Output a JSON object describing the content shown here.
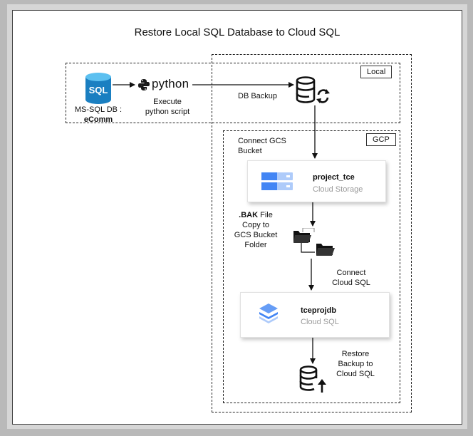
{
  "diagram": {
    "title": "Restore Local SQL Database to Cloud SQL",
    "source": {
      "sql_icon_text": "SQL",
      "label_line1": "MS-SQL DB :",
      "label_line2": "eComm"
    },
    "python": {
      "logo_text": "python",
      "caption_line1": "Execute",
      "caption_line2": "python script"
    },
    "local": {
      "tag": "Local",
      "backup_label": "DB Backup"
    },
    "gcp": {
      "tag": "GCP",
      "connect_gcs_line1": "Connect GCS",
      "connect_gcs_line2": "Bucket",
      "storage_card": {
        "title": "project_tce",
        "subtitle": "Cloud Storage"
      },
      "bak_line1_bold": ".BAK",
      "bak_line1_rest": " File",
      "bak_line2": "Copy to",
      "bak_line3": "GCS Bucket",
      "bak_line4": "Folder",
      "connect_sql_line1": "Connect",
      "connect_sql_line2": "Cloud SQL",
      "sql_card": {
        "title": "tceprojdb",
        "subtitle": "Cloud SQL"
      },
      "restore_line1": "Restore",
      "restore_line2": "Backup to",
      "restore_line3": "Cloud SQL"
    },
    "colors": {
      "sql_blue": "#1e88c7",
      "google_blue": "#4285f4",
      "line": "#111111"
    }
  }
}
